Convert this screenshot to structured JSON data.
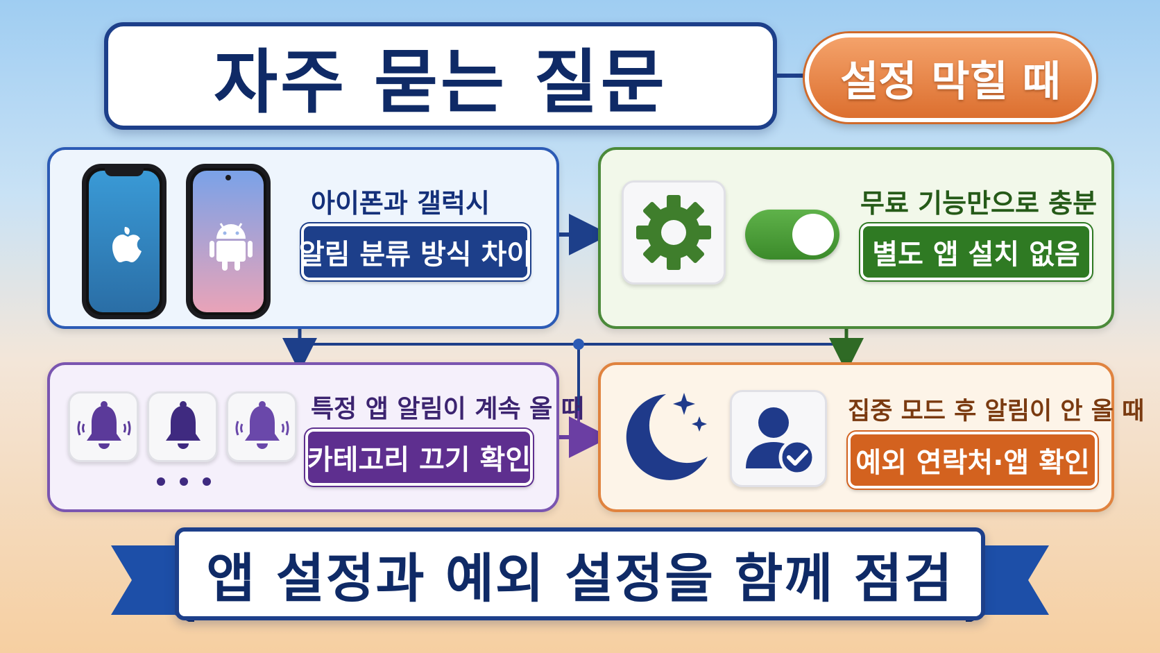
{
  "title": "자주 묻는 질문",
  "badge": "설정 막힐 때",
  "cards": {
    "device": {
      "heading": "아이폰과 갤럭시",
      "tag": "알림 분류 방식 차이"
    },
    "free": {
      "heading": "무료 기능만으로 충분",
      "tag": "별도 앱 설치 없음"
    },
    "app_alert": {
      "heading": "특정 앱 알림이 계속 올 때",
      "tag": "카테고리 끄기 확인"
    },
    "focus": {
      "heading": "집중 모드 후 알림이 안 올 때",
      "tag": "예외 연락처·앱 확인"
    }
  },
  "banner": "앱 설정과 예외 설정을 함께 점검",
  "colors": {
    "navy": "#1d3f8a",
    "orange": "#dc6f2f",
    "green": "#2f7a23",
    "purple": "#5e2f8f",
    "blue_tag": "#1d3f8a",
    "orange_tag": "#d3621f"
  },
  "icons": [
    "apple-logo-icon",
    "android-logo-icon",
    "gear-icon",
    "toggle-switch-icon",
    "bell-icon",
    "moon-stars-icon",
    "user-check-icon"
  ]
}
